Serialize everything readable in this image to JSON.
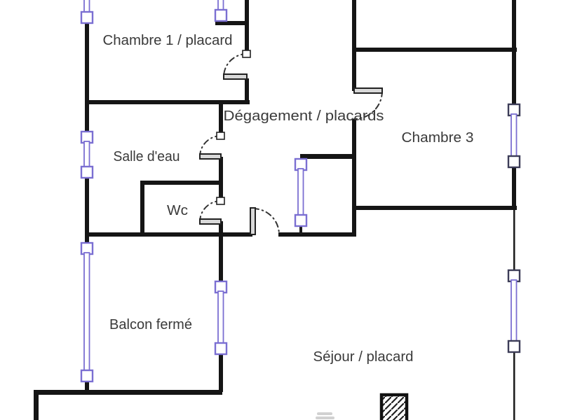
{
  "plan": {
    "type": "apartment floor plan",
    "rooms": [
      {
        "id": "chambre1",
        "label": "Chambre 1 / placard"
      },
      {
        "id": "degagement",
        "label": "Dégagement / placards"
      },
      {
        "id": "chambre3",
        "label": "Chambre 3"
      },
      {
        "id": "salle_deau",
        "label": "Salle d'eau"
      },
      {
        "id": "wc",
        "label": "Wc"
      },
      {
        "id": "balcon",
        "label": "Balcon fermé"
      },
      {
        "id": "sejour",
        "label": "Séjour / placard"
      }
    ],
    "symbols": {
      "door_count": 5,
      "window_count": 7,
      "door_symbol": "dash-dot quarter-circle swing arc with gray leaf",
      "window_symbol": "purple double line with square end caps",
      "flue_symbol": "diagonally hatched square duct (bottom, Séjour)"
    },
    "colors": {
      "background": "#ffffff",
      "wall": "#151515",
      "window": "#7b6fd2",
      "window_cap_dark": "#3d3d58",
      "door_leaf": "#d9d9d9",
      "door_arc": "#333333",
      "label_text": "#3a3a3a"
    }
  }
}
